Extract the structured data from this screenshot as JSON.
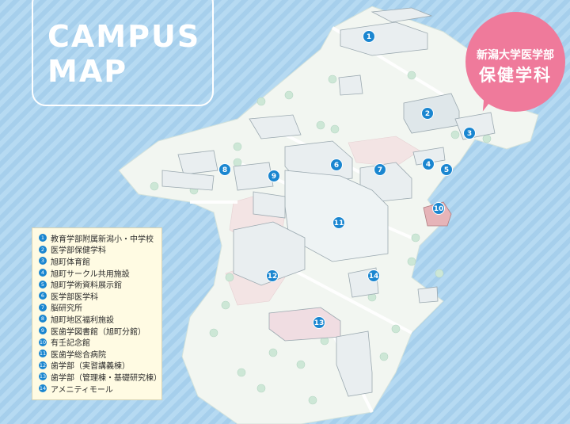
{
  "title": {
    "line1": "CAMPUS",
    "line2": "MAP"
  },
  "badge": {
    "line1": "新潟大学医学部",
    "line2": "保健学科",
    "color": "#ef7a9b"
  },
  "colors": {
    "marker": "#1a86d0",
    "ground": "#f2f6f1",
    "building": "#e9eef0",
    "tree": "#cde7d6",
    "highlight": "#f3dce0"
  },
  "legend": [
    {
      "num": "1",
      "label": "教育学部附属新潟小・中学校"
    },
    {
      "num": "2",
      "label": "医学部保健学科"
    },
    {
      "num": "3",
      "label": "旭町体育館"
    },
    {
      "num": "4",
      "label": "旭町サークル共用施設"
    },
    {
      "num": "5",
      "label": "旭町学術資料展示館"
    },
    {
      "num": "6",
      "label": "医学部医学科"
    },
    {
      "num": "7",
      "label": "脳研究所"
    },
    {
      "num": "8",
      "label": "旭町地区福利施設"
    },
    {
      "num": "9",
      "label": "医歯学図書館（旭町分館）"
    },
    {
      "num": "10",
      "label": "有壬記念館"
    },
    {
      "num": "11",
      "label": "医歯学総合病院"
    },
    {
      "num": "12",
      "label": "歯学部（実習講義棟）"
    },
    {
      "num": "13",
      "label": "歯学部（管理棟・基礎研究棟）"
    },
    {
      "num": "14",
      "label": "アメニティモール"
    }
  ],
  "markers": [
    {
      "num": "1"
    },
    {
      "num": "2"
    },
    {
      "num": "3"
    },
    {
      "num": "4"
    },
    {
      "num": "5"
    },
    {
      "num": "6"
    },
    {
      "num": "7"
    },
    {
      "num": "8"
    },
    {
      "num": "9"
    },
    {
      "num": "10"
    },
    {
      "num": "11"
    },
    {
      "num": "12"
    },
    {
      "num": "13"
    },
    {
      "num": "14"
    }
  ]
}
